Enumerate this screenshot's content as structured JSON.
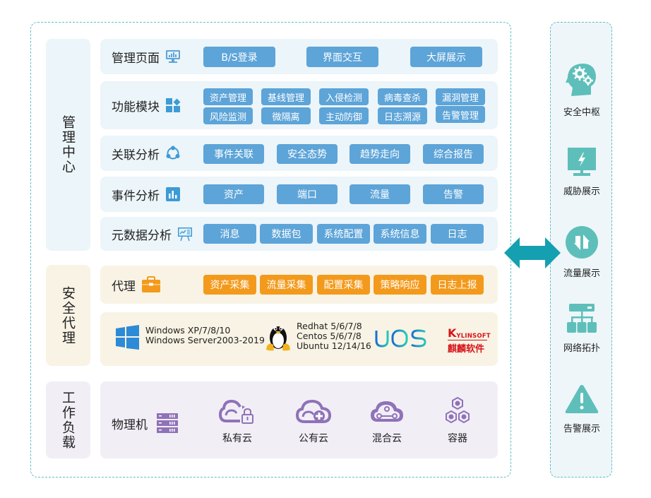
{
  "sections": {
    "management": "管理中心",
    "agent": "安全代理",
    "workload": "工作负载"
  },
  "management_rows": [
    {
      "title": "管理页面",
      "icon": "monitor-chart-icon",
      "items": [
        "B/S登录",
        "界面交互",
        "大屏展示"
      ]
    },
    {
      "title": "功能模块",
      "icon": "modules-icon",
      "items": [
        "资产管理",
        "基线管理",
        "入侵检测",
        "病毒查杀",
        "漏洞管理",
        "风险监测",
        "微隔离",
        "主动防御",
        "日志溯源",
        "告警管理"
      ]
    },
    {
      "title": "关联分析",
      "icon": "share-nodes-icon",
      "items": [
        "事件关联",
        "安全态势",
        "趋势走向",
        "综合报告"
      ]
    },
    {
      "title": "事件分析",
      "icon": "bar-chart-icon",
      "items": [
        "资产",
        "端口",
        "流量",
        "告警"
      ]
    },
    {
      "title": "元数据分析",
      "icon": "presentation-board-icon",
      "items": [
        "消息",
        "数据包",
        "系统配置",
        "系统信息",
        "日志"
      ]
    }
  ],
  "agent_row": {
    "title": "代理",
    "icon": "briefcase-icon",
    "items": [
      "资产采集",
      "流量采集",
      "配置采集",
      "策略响应",
      "日志上报"
    ]
  },
  "os_row": {
    "windows": [
      "Windows XP/7/8/10",
      "Windows Server2003-2019"
    ],
    "linux": [
      "Redhat 5/6/7/8",
      "Centos 5/6/7/8",
      "Ubuntu 12/14/16"
    ],
    "uos": "UOS",
    "kylin_en": "YLINSOFT",
    "kylin_k": "K",
    "kylin_cn": "麒麟软件"
  },
  "workload_row": {
    "title": "物理机",
    "items": [
      {
        "label": "私有云",
        "icon": "private-cloud-icon"
      },
      {
        "label": "公有云",
        "icon": "public-cloud-icon"
      },
      {
        "label": "混合云",
        "icon": "hybrid-cloud-icon"
      },
      {
        "label": "容器",
        "icon": "container-icon"
      }
    ]
  },
  "right_panel": [
    {
      "label": "安全中枢",
      "icon": "brain-gears-icon"
    },
    {
      "label": "威胁展示",
      "icon": "threat-monitor-icon"
    },
    {
      "label": "流量展示",
      "icon": "traffic-arrows-icon"
    },
    {
      "label": "网络拓扑",
      "icon": "network-topology-icon"
    },
    {
      "label": "告警展示",
      "icon": "warning-triangle-icon"
    }
  ],
  "colors": {
    "chip_blue": "#5da4d8",
    "chip_orange": "#f39a1c",
    "teal": "#5ebfc4",
    "arrow_teal": "#14a0b0",
    "purple": "#8f72b8"
  }
}
